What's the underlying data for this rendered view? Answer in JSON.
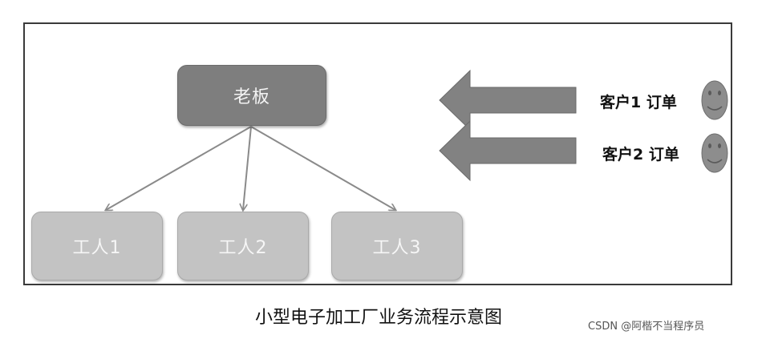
{
  "diagram": {
    "boss_label": "老板",
    "workers": [
      "工人1",
      "工人2",
      "工人3"
    ],
    "orders": [
      "客户1 订单",
      "客户2 订单"
    ],
    "caption": "小型电子加工厂业务流程示意图",
    "watermark": "CSDN @阿楷不当程序员"
  }
}
